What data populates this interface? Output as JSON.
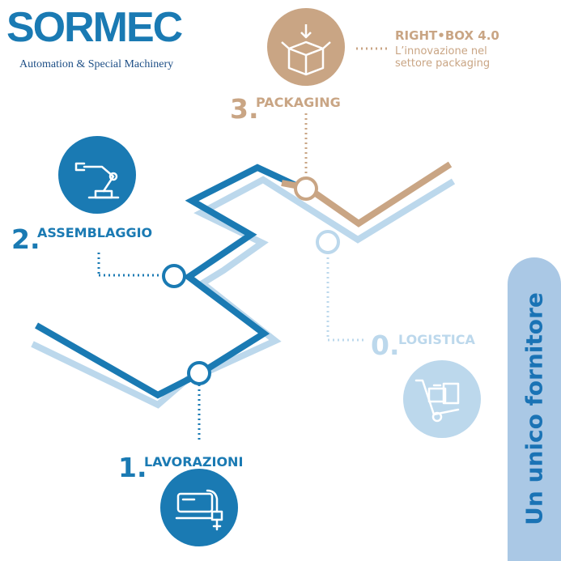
{
  "brand": {
    "name": "SORMEC",
    "tagline": "Automation & Special Machinery"
  },
  "steps": [
    {
      "number": "1.",
      "label": "LAVORAZIONI",
      "icon": "machining-icon"
    },
    {
      "number": "2.",
      "label": "ASSEMBLAGGIO",
      "icon": "robot-arm-icon"
    },
    {
      "number": "3.",
      "label": "PACKAGING",
      "icon": "box-icon"
    },
    {
      "number": "0.",
      "label": "LOGISTICA",
      "icon": "hand-truck-icon"
    }
  ],
  "rightbox": {
    "title": "RIGHT•BOX 4.0",
    "subtitle_line1": "L’innovazione nel",
    "subtitle_line2": "settore packaging"
  },
  "sidebar": {
    "text": "Un unico fornitore"
  },
  "colors": {
    "blue": "#1a7ab3",
    "light_blue": "#bcd8ec",
    "tan": "#c9a584",
    "panel": "#aac8e5"
  }
}
